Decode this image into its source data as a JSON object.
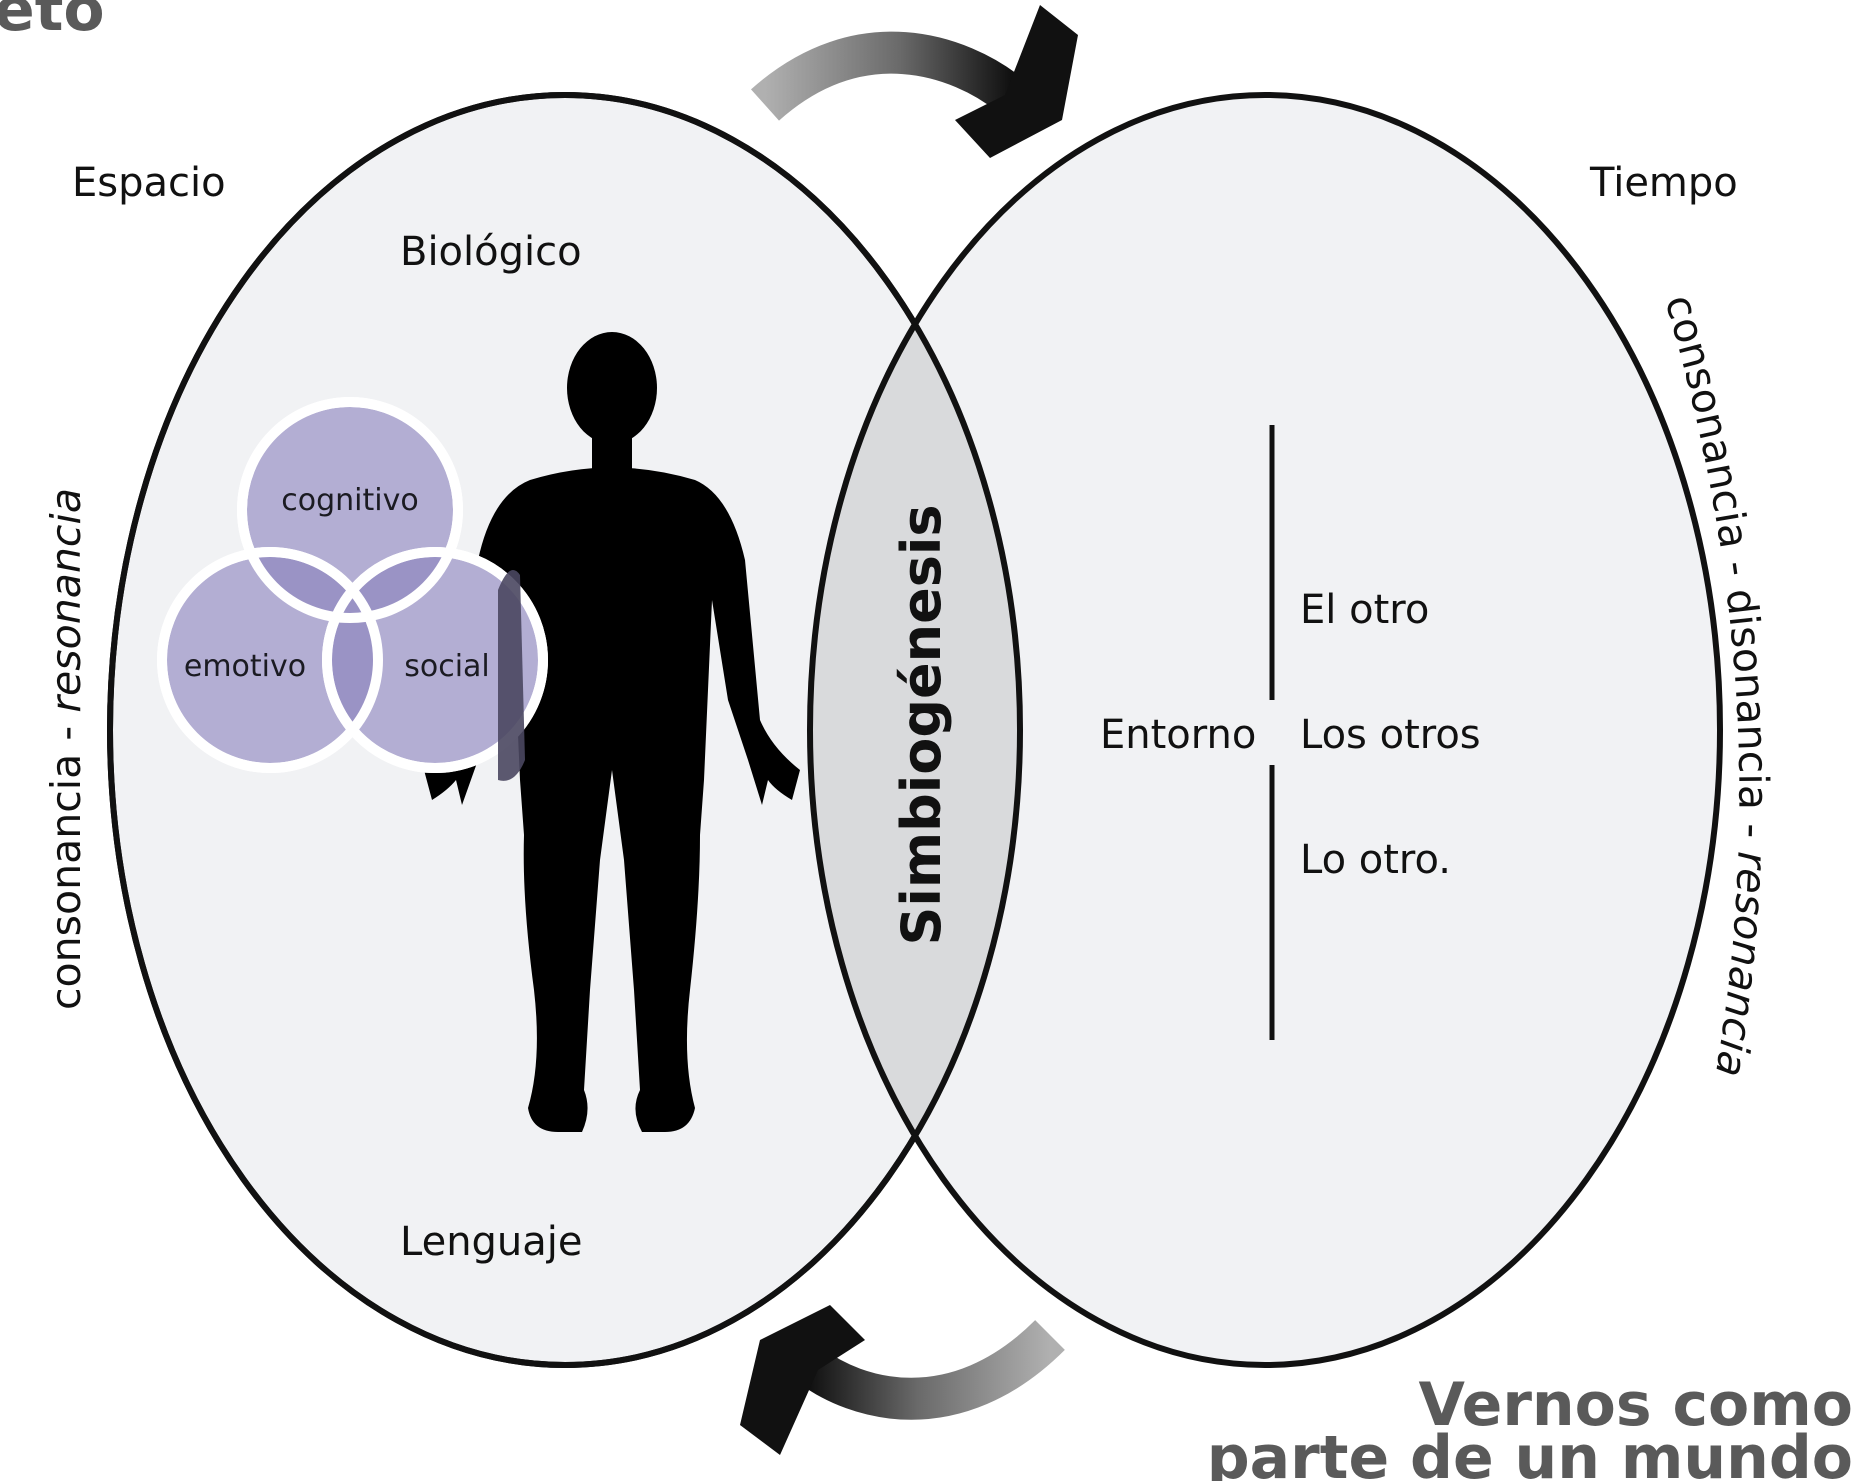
{
  "header": {
    "partial_title": "eto"
  },
  "left_ellipse": {
    "corner_label": "Espacio",
    "top_label": "Biológico",
    "bottom_label": "Lenguaje",
    "side_text_normal": "consonancia - ",
    "side_text_italic": "resonancia"
  },
  "venn": {
    "top": "cognitivo",
    "left": "emotivo",
    "right": "social"
  },
  "center": {
    "label": "Simbiogénesis"
  },
  "right_ellipse": {
    "corner_label": "Tiempo",
    "side_text_normal": "consonancia - disonancia - ",
    "side_text_italic": "resonancia",
    "entorno": "Entorno",
    "items": [
      "El otro",
      "Los otros",
      "Lo otro."
    ]
  },
  "footer": {
    "line1": "Vernos como",
    "line2": "parte de un mundo"
  },
  "colors": {
    "ellipse_fill": "#f1f2f4",
    "overlap_fill": "#d9dadc",
    "venn_fill": "#b3aed3",
    "venn_overlap": "#9a93c5",
    "headline": "#5a5a5a",
    "silhouette": "#000000"
  }
}
